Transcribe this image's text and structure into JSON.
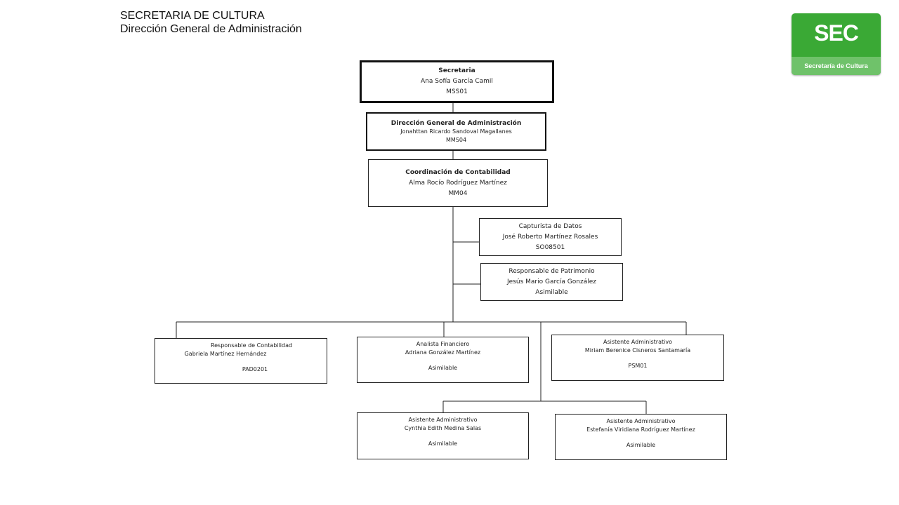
{
  "header": {
    "line1": "SECRETARIA DE CULTURA",
    "line2": "Dirección General de Administración"
  },
  "logo": {
    "mark": "SEC",
    "subtitle": "Secretaría de Cultura",
    "color": "#3aa935",
    "band_color": "#6fc26a"
  },
  "nodes": {
    "secretaria": {
      "title": "Secretaria",
      "name": "Ana Sofía García Camil",
      "code": "MSS01"
    },
    "direccion": {
      "title": "Dirección General  de Administración",
      "name": "Jonahttan Ricardo Sandoval Magallanes",
      "code": "MMS04"
    },
    "coordinacion": {
      "title": "Coordinación   de Contabilidad",
      "name": "Alma Rocío Rodríguez Martínez",
      "code": "MM04"
    },
    "capturista": {
      "title": "Capturista de Datos",
      "name": "José Roberto Martínez Rosales",
      "code": "SO08501"
    },
    "patrimonio": {
      "title": "Responsable de Patrimonio",
      "name": "Jesús Mario García González",
      "code": "Asimilable"
    },
    "contabilidad": {
      "title": "Responsable de Contabilidad",
      "name": "Gabriela Martínez Hernández",
      "code": "PAD0201"
    },
    "analista": {
      "title": "Analista Financiero",
      "name": "Adriana González Martínez",
      "code": "Asimilable"
    },
    "asistente_psm": {
      "title": "Asistente Administrativo",
      "name": "Miriam Berenice Cisneros Santamaría",
      "code": "PSM01"
    },
    "asistente_cynthia": {
      "title": "Asistente Administrativo",
      "name": "Cynthia Edith Medina Salas",
      "code": "Asimilable"
    },
    "asistente_estefania": {
      "title": "Asistente  Administrativo",
      "name": "Estefanía Viridiana Rodríguez Martínez",
      "code": "Asimilable"
    }
  }
}
